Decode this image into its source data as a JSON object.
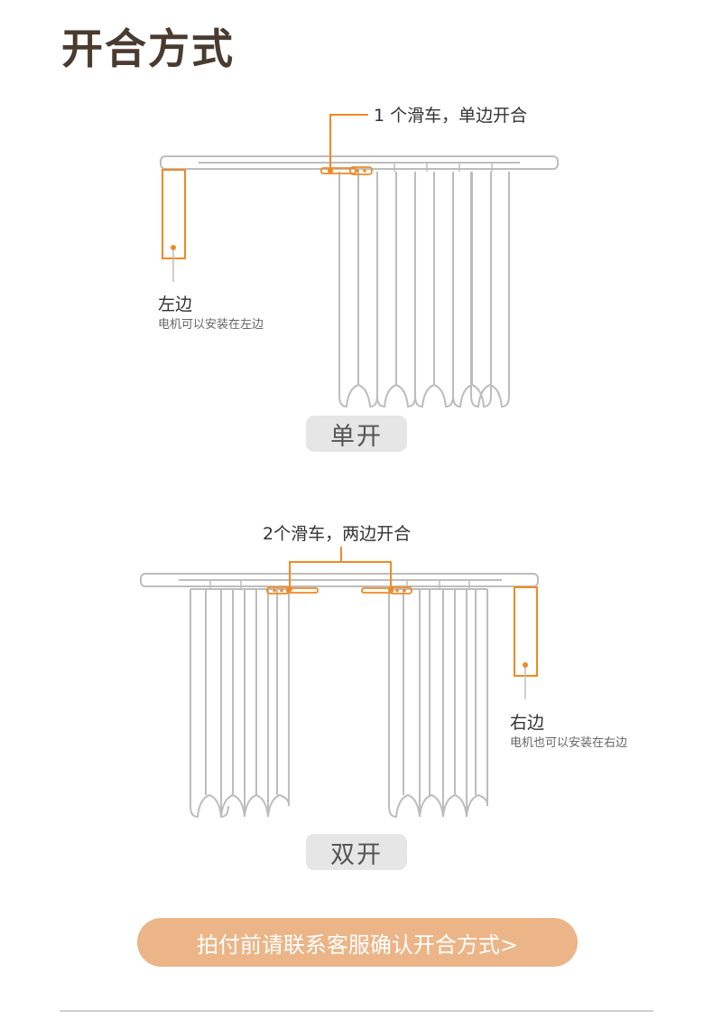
{
  "page": {
    "title": "开合方式"
  },
  "single": {
    "pulley_label": "1 个滑车，单边开合",
    "side_label": "左边",
    "side_note": "电机可以安装在左边",
    "mode": "单开"
  },
  "double": {
    "pulley_label": "2个滑车，两边开合",
    "side_label": "右边",
    "side_note": "电机也可以安装在右边",
    "mode": "双开"
  },
  "cta": {
    "label": "拍付前请联系客服确认开合方式>"
  },
  "colors": {
    "accent": "#f08a24",
    "outline": "#bdbdbd",
    "title": "#4a3b30",
    "cta": "#ecb587"
  }
}
